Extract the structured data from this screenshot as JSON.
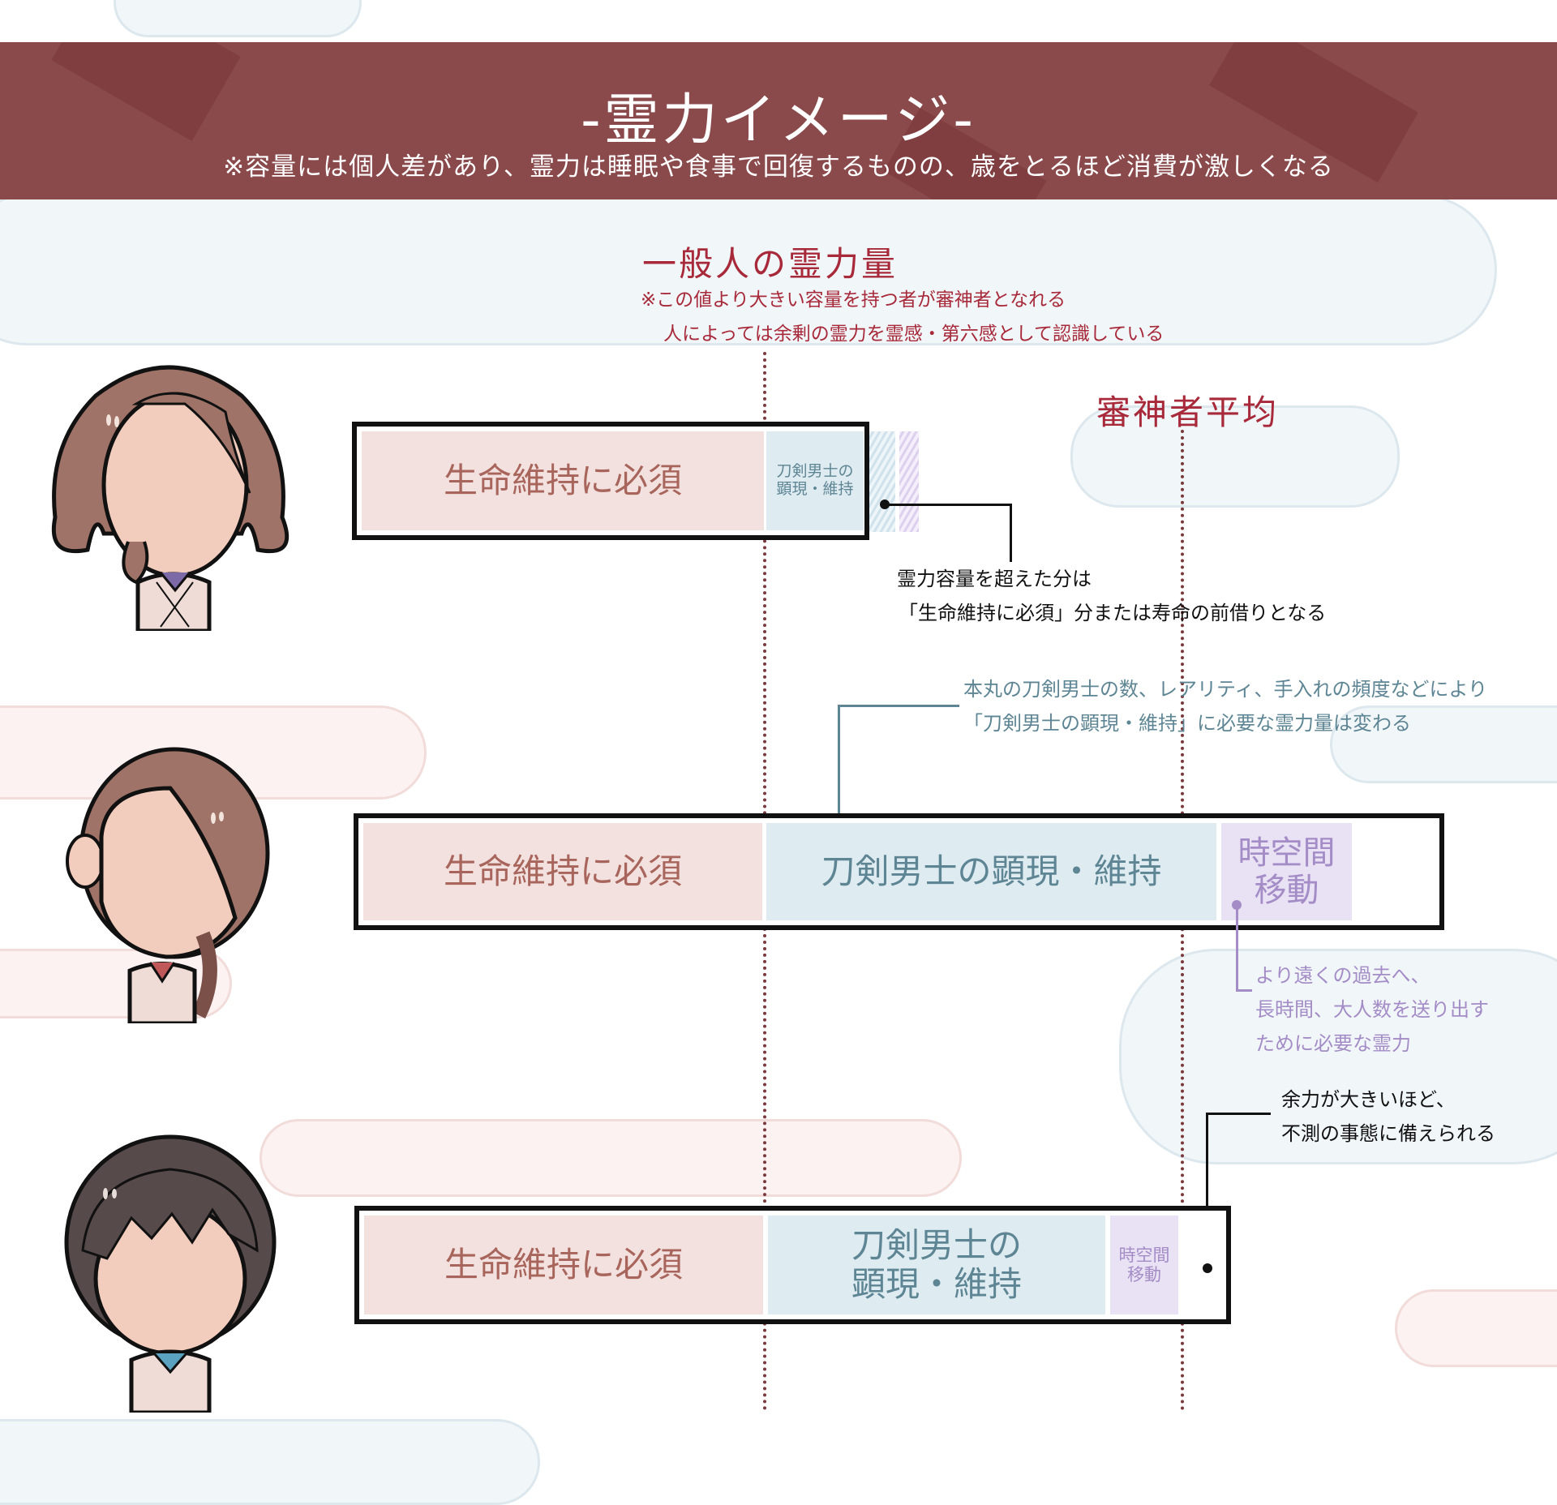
{
  "banner": {
    "title": "-霊力イメージ-",
    "subtitle": "※容量には個人差があり、霊力は睡眠や食事で回復するものの、歳をとるほど消費が激しくなる"
  },
  "markers": {
    "general": {
      "label": "一般人の霊力量",
      "note_line1": "※この値より大きい容量を持つ者が審神者となれる",
      "note_line2": "人によっては余剰の霊力を霊感・第六感として認識している"
    },
    "saniwa": {
      "label": "審神者平均"
    }
  },
  "rows": [
    {
      "character": "long-wavy-brown-hair",
      "segments": {
        "life": "生命維持に必須",
        "touken_line1": "刀剣男士の",
        "touken_line2": "顕現・維持"
      },
      "callout_line1": "霊力容量を超えた分は",
      "callout_line2": "「生命維持に必須」分または寿命の前借りとなる"
    },
    {
      "character": "side-braid-brown-hair",
      "segments": {
        "life": "生命維持に必須",
        "touken": "刀剣男士の顕現・維持",
        "jikuu_line1": "時空間",
        "jikuu_line2": "移動"
      },
      "callout_touken_line1": "本丸の刀剣男士の数、レアリティ、手入れの頻度などにより",
      "callout_touken_line2": "「刀剣男士の顕現・維持」に必要な霊力量は変わる",
      "callout_jikuu_line1": "より遠くの過去へ、",
      "callout_jikuu_line2": "長時間、大人数を送り出す",
      "callout_jikuu_line3": "ために必要な霊力"
    },
    {
      "character": "short-dark-hair",
      "segments": {
        "life": "生命維持に必須",
        "touken_line1": "刀剣男士の",
        "touken_line2": "顕現・維持",
        "jikuu_line1": "時空間",
        "jikuu_line2": "移動"
      },
      "callout_line1": "余力が大きいほど、",
      "callout_line2": "不測の事態に備えられる"
    }
  ],
  "colors": {
    "banner": "#8a4a4c",
    "accent_red": "#a82a3a",
    "life": "#f3e1df",
    "touken": "#deebf1",
    "jikuu": "#e9e1f4"
  }
}
